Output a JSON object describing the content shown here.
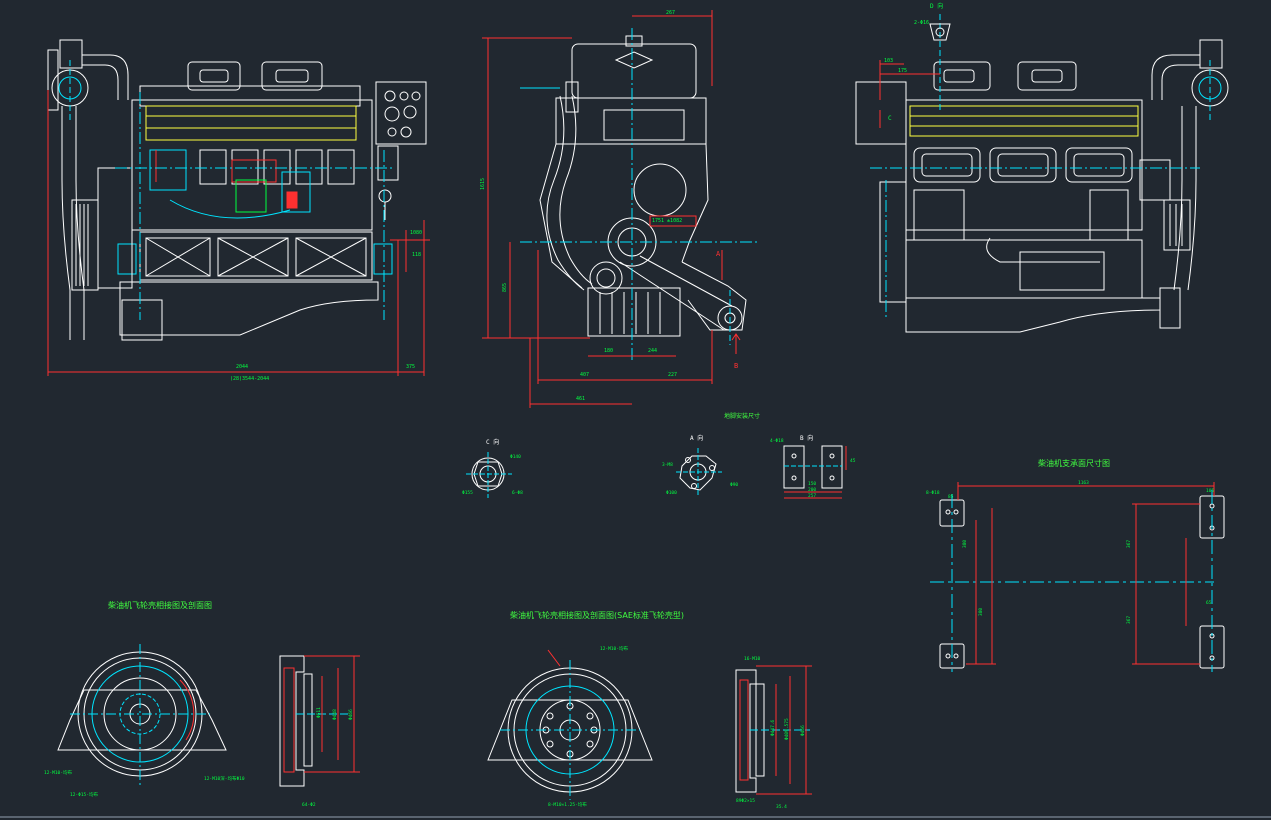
{
  "colors": {
    "background": "#212830",
    "outline": "#ffffff",
    "centerline": "#00e5ff",
    "dimension": "#00ff40",
    "accent_red": "#ff3030",
    "accent_yellow": "#ffff40",
    "title": "#40ff40"
  },
  "views": {
    "left_dims": {
      "overall": "2044",
      "sub": "(28)3544-2044",
      "right": "375",
      "side_a": "1080",
      "side_b": "118"
    },
    "front_dims": {
      "top": "267",
      "height": "1615",
      "lower": "865",
      "b1": "180",
      "b2": "244",
      "b3": "407",
      "b4": "227",
      "b5": "461",
      "note": "1751 ±1082",
      "arrow_a": "A",
      "arrow_b": "B"
    },
    "right_dims": {
      "d_label": "D 向",
      "d_size": "2-Φ16",
      "c_label": "C",
      "w1": "103",
      "w2": "175"
    }
  },
  "details": {
    "title": "地脚安装尺寸",
    "c_label": "C  向",
    "c_dims": {
      "d1": "Φ140",
      "d2": "Φ155",
      "d3": "6-Φ8"
    },
    "a_label": "A 向",
    "a_dims": {
      "d1": "3-M8",
      "d2": "Φ100",
      "d3": "Φ90"
    },
    "b_label": "B 向",
    "b_dims": {
      "d1": "4-Φ18",
      "d2": "150",
      "d3": "200",
      "d4": "257",
      "d5": "45"
    }
  },
  "mount": {
    "title": "柴油机支承面尺寸图",
    "w": "1163",
    "a": "8-Φ18",
    "h1": "380",
    "h2": "380",
    "h3": "367",
    "h4": "367",
    "s1": "85",
    "s2": "105",
    "s3": "65"
  },
  "flywheel_left": {
    "title": "柴油机飞轮壳相接图及剖面图",
    "note1": "12-M10-均布",
    "note2": "12-Φ15-均布",
    "note3": "12-M10深-均布Φ10",
    "d1": "Φ511",
    "d2": "Φ448",
    "d3": "Φ466",
    "bottom": "64-Φ2"
  },
  "flywheel_right": {
    "title": "柴油机飞轮壳相接图及剖面图(SAE标准飞轮壳型)",
    "note1": "12-M10-均布",
    "note2": "8-M10×1.25-均布",
    "d1": "Φ447.6",
    "d2": "Φ409.575",
    "d3": "Φ466",
    "top": "16-M10",
    "bottom": "89Φ2×15",
    "bottom2": "35.4"
  }
}
